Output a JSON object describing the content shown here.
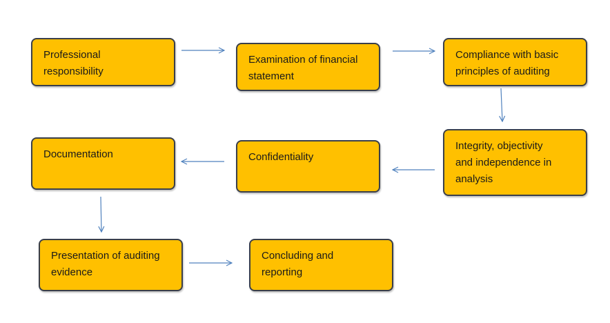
{
  "diagram": {
    "steps": [
      {
        "id": "professional_responsibility",
        "label": "Professional\nresponsibility"
      },
      {
        "id": "examination",
        "label": "Examination of financial\nstatement"
      },
      {
        "id": "compliance",
        "label": "Compliance with basic\nprinciples of auditing"
      },
      {
        "id": "integrity",
        "label": "Integrity, objectivity\nand independence in\nanalysis"
      },
      {
        "id": "confidentiality",
        "label": "Confidentiality"
      },
      {
        "id": "documentation",
        "label": "Documentation"
      },
      {
        "id": "presentation",
        "label": "Presentation of auditing\nevidence"
      },
      {
        "id": "concluding",
        "label": "Concluding and\nreporting"
      }
    ],
    "colors": {
      "box_fill": "#FFC000",
      "box_border": "#3a3f4a",
      "arrow": "#4F81BD"
    }
  }
}
